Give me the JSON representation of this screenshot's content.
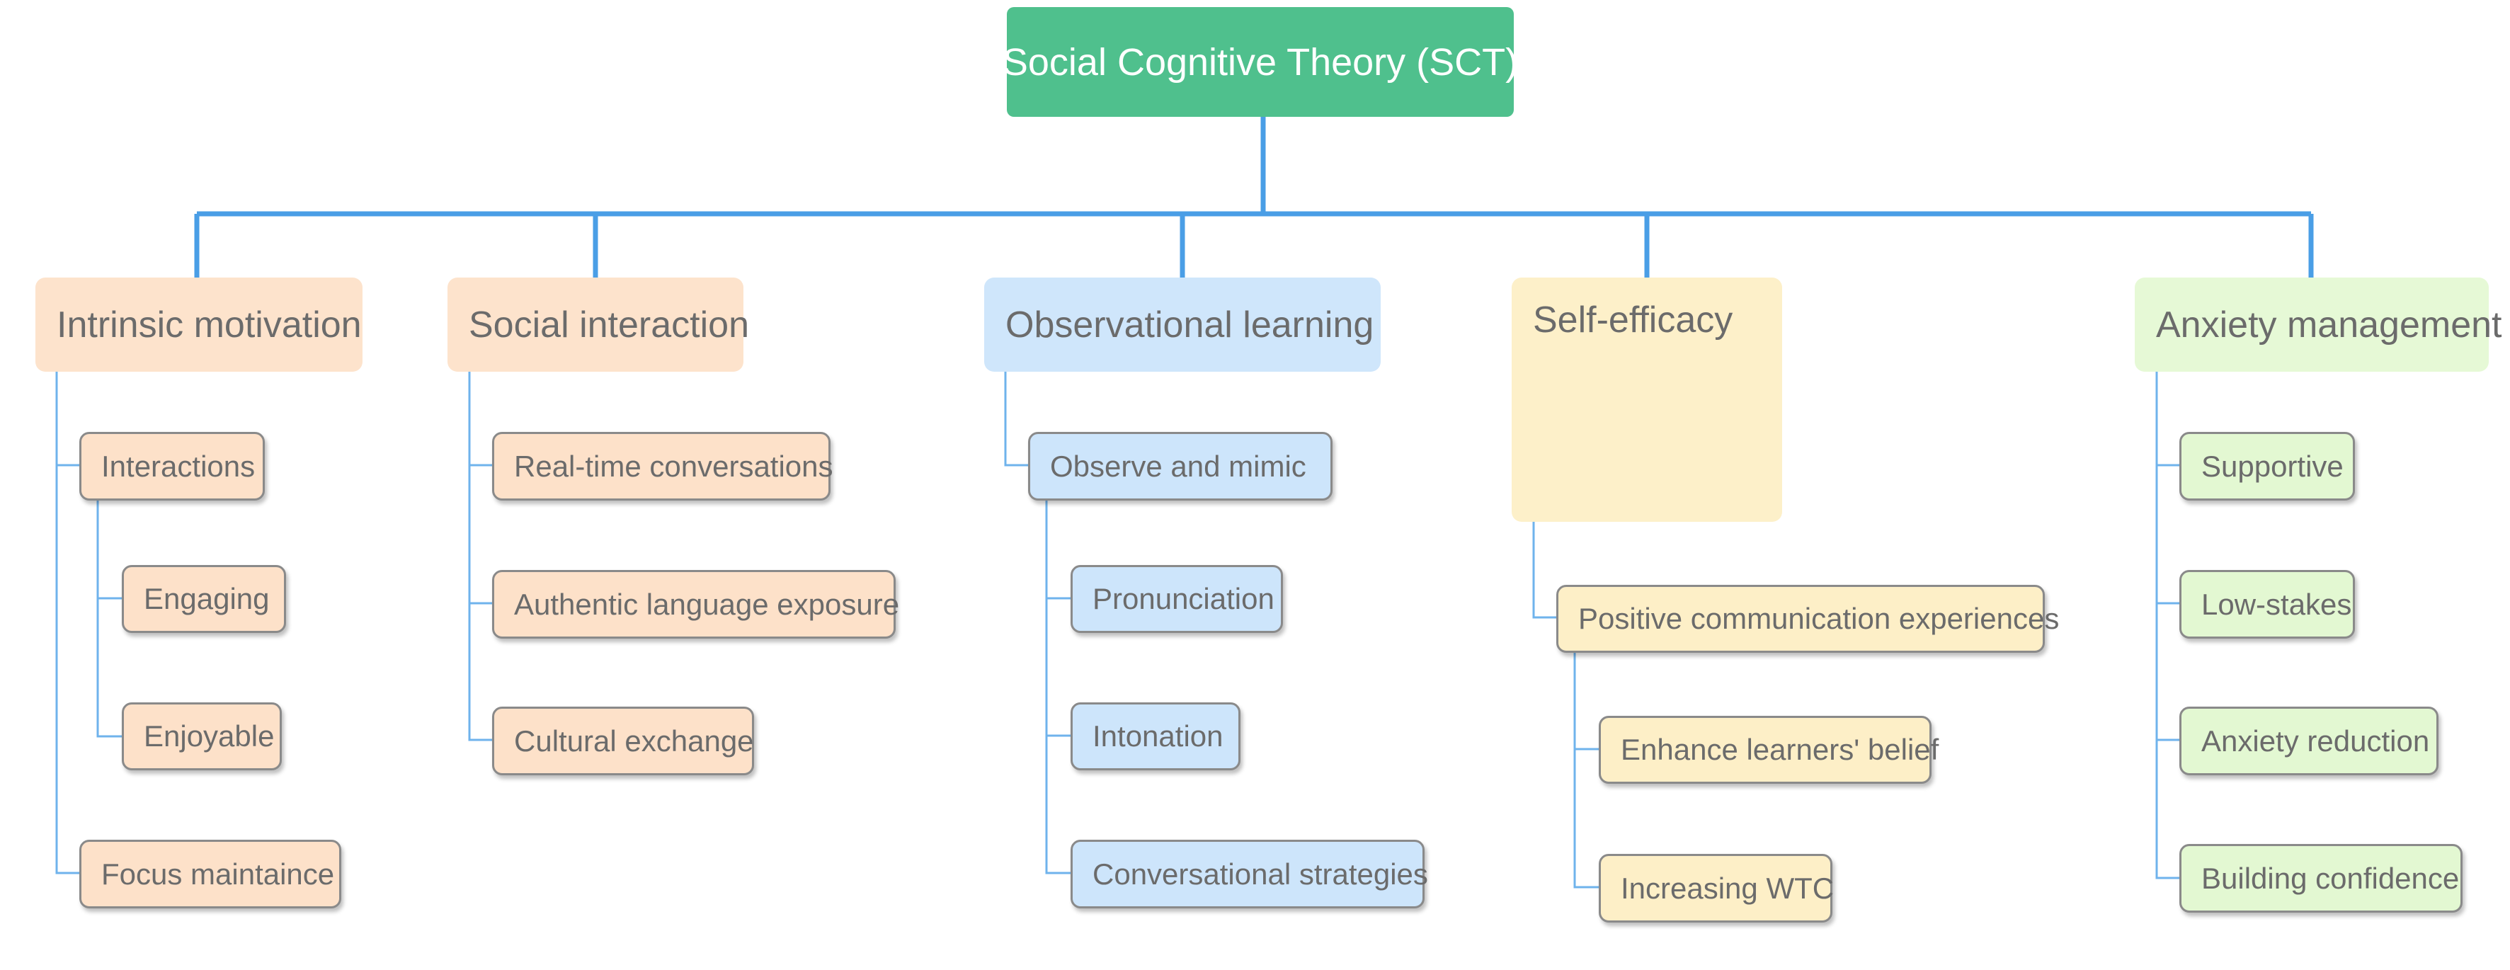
{
  "root": {
    "label": "Social Cognitive Theory (SCT)"
  },
  "branches": [
    {
      "label": "Intrinsic motivation",
      "children": [
        {
          "label": "Interactions",
          "children": [
            "Engaging",
            "Enjoyable"
          ]
        },
        {
          "label": "Focus  maintaince"
        }
      ]
    },
    {
      "label": "Social interaction",
      "children": [
        {
          "label": "Real-time conversations"
        },
        {
          "label": "Authentic language exposure"
        },
        {
          "label": "Cultural exchange"
        }
      ]
    },
    {
      "label": "Observational learning",
      "children": [
        {
          "label": "Observe and mimic",
          "children": [
            "Pronunciation",
            "Intonation",
            "Conversational strategies"
          ]
        }
      ]
    },
    {
      "label": "Self-efficacy",
      "children": [
        {
          "label": "Positive communication experiences",
          "children": [
            "Enhance learners' belief",
            "Increasing WTC"
          ]
        }
      ]
    },
    {
      "label": "Anxiety management",
      "children": [
        {
          "label": "Supportive"
        },
        {
          "label": "Low-stakes"
        },
        {
          "label": "Anxiety reduction"
        },
        {
          "label": "Building confidence"
        }
      ]
    }
  ],
  "colors": {
    "root": "#4fc08d",
    "connector": "#4a9ee6",
    "orange": "#fde1c9",
    "blue": "#cde5fb",
    "yellow": "#fdefc7",
    "green": "#e3f8d2"
  }
}
